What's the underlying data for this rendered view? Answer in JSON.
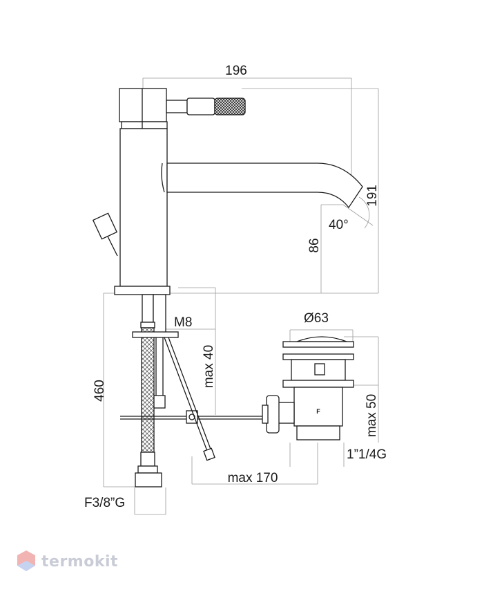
{
  "brand": {
    "name": "termokit",
    "color": "#c9ccd6",
    "accent": "#f0a5a5"
  },
  "labels": {
    "width_196": "196",
    "height_191": "191",
    "height_86": "86",
    "angle_40": "40°",
    "thread_m8": "M8",
    "diam_63": "Ø63",
    "max_40": "max 40",
    "height_460": "460",
    "max_50": "max 50",
    "thread_114": "1”1/4G",
    "max_170": "max 170",
    "thread_f38": "F3/8”G",
    "valve_mark": "F"
  }
}
